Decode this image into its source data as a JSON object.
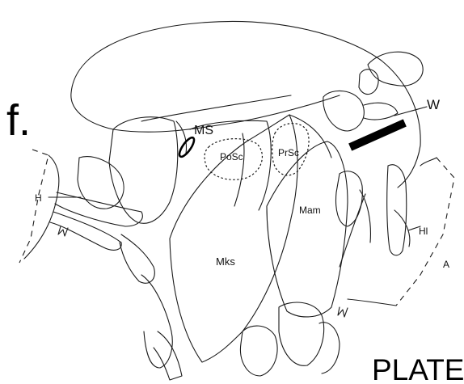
{
  "panel_letter": "f.",
  "plate_label": "PLATE",
  "labels": {
    "ms": "MS",
    "w": "W",
    "posc": "PoSc",
    "prsc": "PrSc",
    "h": "H",
    "mam": "Mam",
    "hl": "Hl",
    "mks": "Mks",
    "a": "A"
  },
  "colors": {
    "line": "#1a1a1a",
    "bar": "#000000",
    "background": "#ffffff"
  }
}
